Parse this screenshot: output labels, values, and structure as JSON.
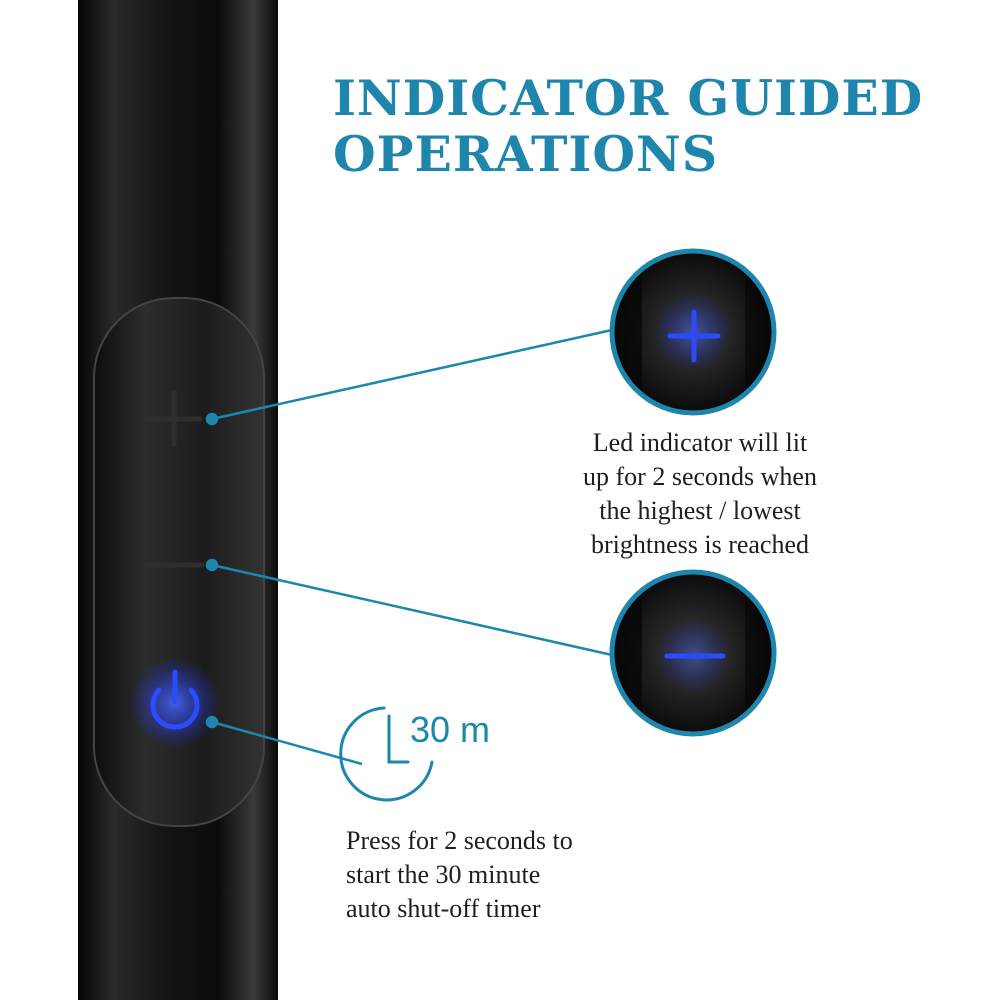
{
  "headline": {
    "line1": "INDICATOR GUIDED",
    "line2": "OPERATIONS"
  },
  "led_description": {
    "line1": "Led indicator will lit",
    "line2": "up for 2 seconds when",
    "line3": "the highest / lowest",
    "line4": "brightness is reached"
  },
  "timer": {
    "label": "30 m",
    "line1": "Press for 2 seconds to",
    "line2": "start the 30 minute",
    "line3": "auto shut-off timer"
  },
  "icons": {
    "plus": "plus-icon",
    "minus": "minus-icon",
    "power": "power-icon",
    "clock": "clock-icon"
  },
  "colors": {
    "accent": "#1e86ad",
    "led_blue": "#2a4bff",
    "body_black": "#141414",
    "text": "#1e1e1e"
  }
}
